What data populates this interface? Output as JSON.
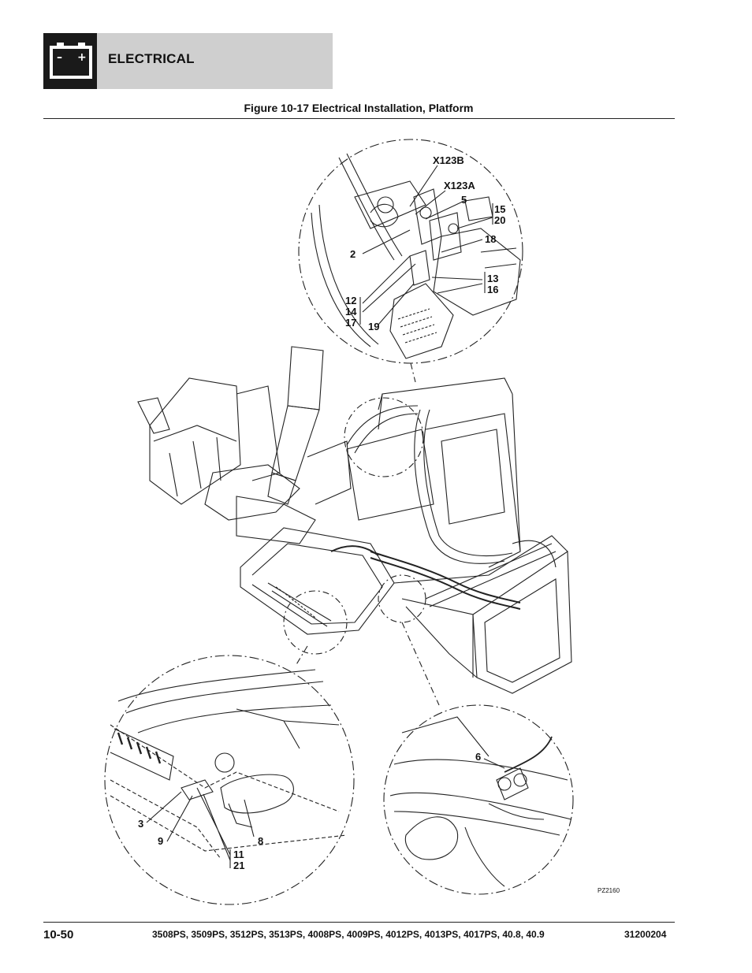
{
  "header": {
    "section": "ELECTRICAL",
    "battery_minus": "–",
    "battery_plus": "+"
  },
  "figure": {
    "title": "Figure 10-17 Electrical Installation, Platform",
    "id": "PZ2160",
    "callouts": {
      "x123b": "X123B",
      "x123a": "X123A",
      "c5": "5",
      "c15": "15",
      "c20": "20",
      "c18": "18",
      "c2": "2",
      "c13": "13",
      "c16": "16",
      "c12": "12",
      "c14": "14",
      "c17": "17",
      "c19": "19",
      "c6": "6",
      "c3": "3",
      "c9": "9",
      "c8": "8",
      "c11": "11",
      "c21": "21"
    }
  },
  "footer": {
    "page": "10-50",
    "models": "3508PS, 3509PS, 3512PS, 3513PS, 4008PS, 4009PS, 4012PS, 4013PS, 4017PS, 40.8, 40.9",
    "doc_number": "31200204"
  }
}
